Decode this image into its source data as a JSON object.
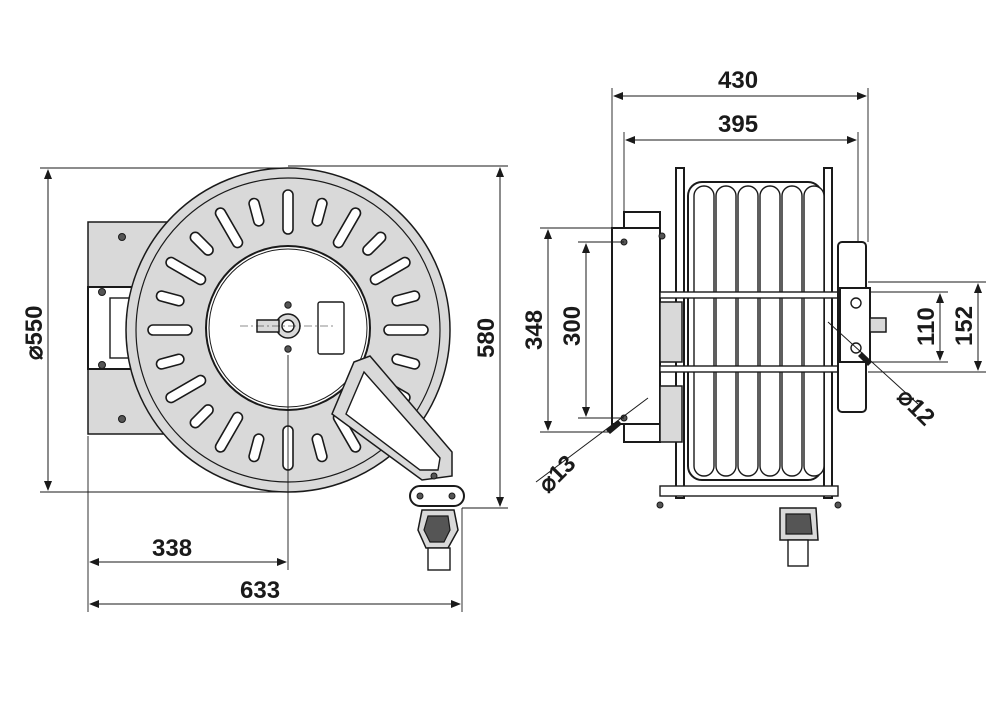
{
  "dimensions": {
    "front_overall_width": "633",
    "front_axis_offset": "338",
    "front_disc_diameter": "550",
    "front_overall_height": "580",
    "side_overall_width": "430",
    "side_drum_width": "395",
    "side_bracket_height": "348",
    "side_hole_spacing": "300",
    "side_outlet_height_small": "110",
    "side_outlet_height_large": "152",
    "side_hole_diameter_small": "12",
    "side_hole_diameter_large": "13"
  },
  "symbols": {
    "diameter": "⌀"
  },
  "colors": {
    "line": "#1a1a1a",
    "fill_grey": "#d9d9d9",
    "fill_dark": "#555555"
  }
}
